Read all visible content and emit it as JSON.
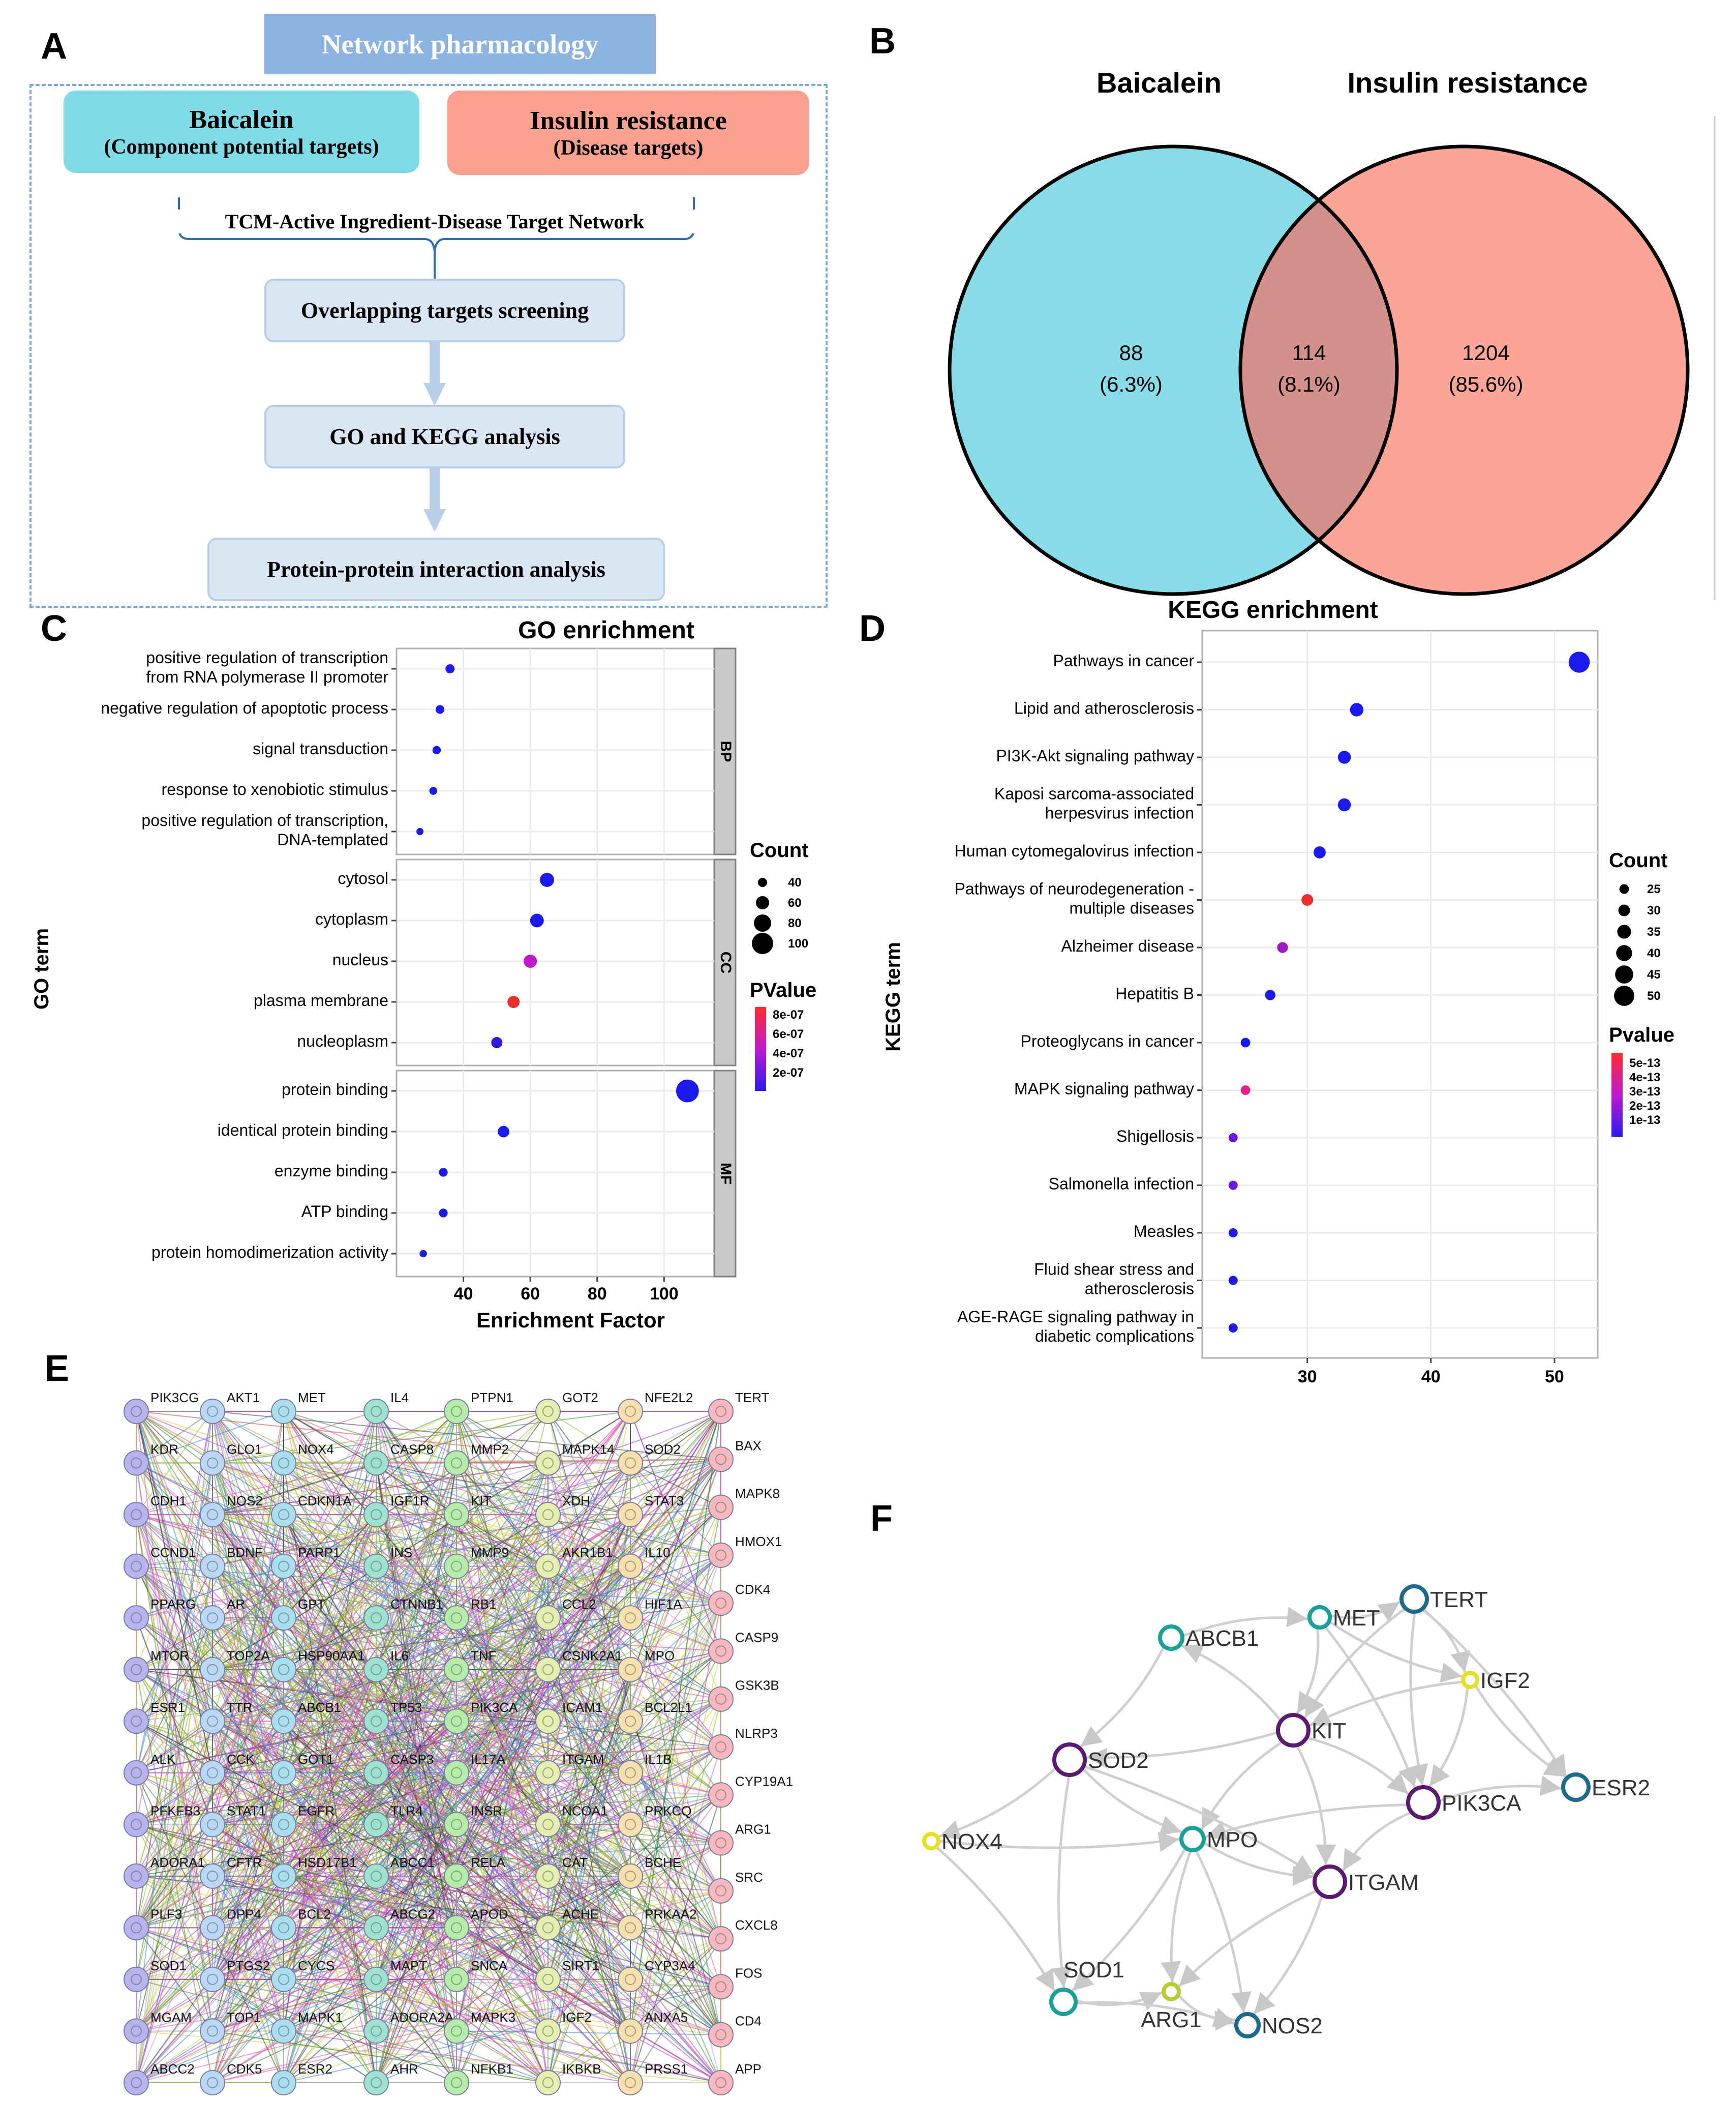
{
  "panel_letters": {
    "a": "A",
    "b": "B",
    "c": "C",
    "d": "D",
    "e": "E",
    "f": "F"
  },
  "flowchart": {
    "title": "Network pharmacology",
    "component_title": "Baicalein",
    "component_sub": "(Component potential targets)",
    "disease_title": "Insulin resistance",
    "disease_sub": "(Disease targets)",
    "network_label": "TCM-Active Ingredient-Disease Target Network",
    "steps": [
      "Overlapping targets screening",
      "GO and KEGG  analysis",
      "Protein-protein interaction analysis"
    ],
    "colors": {
      "title_bg": "#8db3e2",
      "component": "#7fdbe6",
      "disease": "#f9a090",
      "step_bg": "#dbe6f4"
    }
  },
  "venn": {
    "left_label": "Baicalein",
    "right_label": "Insulin resistance",
    "left_count": "88",
    "left_pct": "(6.3%)",
    "overlap_count": "114",
    "overlap_pct": "(8.1%)",
    "right_count": "1204",
    "right_pct": "(85.6%)",
    "colors": {
      "left": "#87dce8",
      "right": "#fba597",
      "overlap": "#d4908b"
    }
  },
  "chart_data": [
    {
      "type": "scatter",
      "title": "GO enrichment",
      "xlabel": "Enrichment Factor",
      "ylabel": "GO term",
      "xticks": [
        40,
        60,
        80,
        100
      ],
      "xlim": [
        20,
        115
      ],
      "size_legend_title": "Count",
      "size_legend": [
        40,
        60,
        80,
        100
      ],
      "color_legend_title": "PValue",
      "color_legend": [
        "8e-07",
        "6e-07",
        "4e-07",
        "2e-07"
      ],
      "facets": [
        {
          "name": "BP",
          "terms": [
            {
              "term": "positive regulation of transcription\nfrom RNA polymerase II promoter",
              "x": 36,
              "count": 40,
              "color": "#1a1aee"
            },
            {
              "term": "negative regulation of apoptotic process",
              "x": 33,
              "count": 38,
              "color": "#1a1aee"
            },
            {
              "term": "signal transduction",
              "x": 32,
              "count": 36,
              "color": "#1a1aee"
            },
            {
              "term": "response to xenobiotic stimulus",
              "x": 31,
              "count": 34,
              "color": "#1a1aee"
            },
            {
              "term": "positive regulation of transcription,\nDNA-templated",
              "x": 27,
              "count": 30,
              "color": "#1a1aee"
            }
          ]
        },
        {
          "name": "CC",
          "terms": [
            {
              "term": "cytosol",
              "x": 65,
              "count": 65,
              "color": "#1a1aee"
            },
            {
              "term": "cytoplasm",
              "x": 62,
              "count": 62,
              "color": "#1a1aee"
            },
            {
              "term": "nucleus",
              "x": 60,
              "count": 60,
              "color": "#c419c8"
            },
            {
              "term": "plasma membrane",
              "x": 55,
              "count": 55,
              "color": "#ee2d2d"
            },
            {
              "term": "nucleoplasm",
              "x": 50,
              "count": 50,
              "color": "#2a1ae0"
            }
          ]
        },
        {
          "name": "MF",
          "terms": [
            {
              "term": "protein binding",
              "x": 107,
              "count": 107,
              "color": "#1a1aee"
            },
            {
              "term": "identical protein binding",
              "x": 52,
              "count": 52,
              "color": "#1a1aee"
            },
            {
              "term": "enzyme binding",
              "x": 34,
              "count": 38,
              "color": "#1a1aee"
            },
            {
              "term": "ATP binding",
              "x": 34,
              "count": 38,
              "color": "#1a1aee"
            },
            {
              "term": "protein homodimerization activity",
              "x": 28,
              "count": 31,
              "color": "#1a1aee"
            }
          ]
        }
      ]
    },
    {
      "type": "scatter",
      "title": "KEGG enrichment",
      "xlabel": "Enrichment Factor",
      "ylabel": "KEGG term",
      "xticks": [
        30,
        40,
        50
      ],
      "xlim": [
        21.5,
        53.5
      ],
      "size_legend_title": "Count",
      "size_legend": [
        25,
        30,
        35,
        40,
        45,
        50
      ],
      "color_legend_title": "Pvalue",
      "color_legend": [
        "5e-13",
        "4e-13",
        "3e-13",
        "2e-13",
        "1e-13"
      ],
      "terms": [
        {
          "term": "Pathways in cancer",
          "x": 52,
          "count": 52,
          "color": "#1a1aee"
        },
        {
          "term": "Lipid and atherosclerosis",
          "x": 34,
          "count": 34,
          "color": "#1a1aee"
        },
        {
          "term": "PI3K-Akt signaling pathway",
          "x": 33,
          "count": 33,
          "color": "#1a1aee"
        },
        {
          "term": "Kaposi sarcoma-associated\nherpesvirus infection",
          "x": 33,
          "count": 33,
          "color": "#1a1aee"
        },
        {
          "term": "Human cytomegalovirus infection",
          "x": 31,
          "count": 31,
          "color": "#1a1aee"
        },
        {
          "term": "Pathways of neurodegeneration -\nmultiple diseases",
          "x": 30,
          "count": 30,
          "color": "#ee2d2d"
        },
        {
          "term": "Alzheimer disease",
          "x": 28,
          "count": 28,
          "color": "#a019c8"
        },
        {
          "term": "Hepatitis B",
          "x": 27,
          "count": 27,
          "color": "#1a1aee"
        },
        {
          "term": "Proteoglycans in cancer",
          "x": 25,
          "count": 25,
          "color": "#1a1aee"
        },
        {
          "term": "MAPK signaling pathway",
          "x": 25,
          "count": 25,
          "color": "#e8208c"
        },
        {
          "term": "Shigellosis",
          "x": 24,
          "count": 24,
          "color": "#6a1ae0"
        },
        {
          "term": "Salmonella infection",
          "x": 24,
          "count": 24,
          "color": "#6a1ae0"
        },
        {
          "term": "Measles",
          "x": 24,
          "count": 24,
          "color": "#1a1aee"
        },
        {
          "term": "Fluid shear stress and\natherosclerosis",
          "x": 24,
          "count": 24,
          "color": "#1a1aee"
        },
        {
          "term": "AGE-RAGE signaling pathway in\ndiabetic complications",
          "x": 24,
          "count": 24,
          "color": "#1a1aee"
        }
      ]
    }
  ],
  "ppi_network": {
    "columns": [
      {
        "color": "#b7b3ee",
        "nodes": [
          "PIK3CG",
          "KDR",
          "CDH1",
          "CCND1",
          "PPARG",
          "MTOR",
          "ESR1",
          "ALK",
          "PFKFB3",
          "ADORA1",
          "PLF3",
          "SOD1",
          "MGAM",
          "ABCC2"
        ]
      },
      {
        "color": "#b9d7f7",
        "nodes": [
          "AKT1",
          "GLO1",
          "NOS2",
          "BDNF",
          "AR",
          "TOP2A",
          "TTR",
          "CCK",
          "STAT1",
          "CFTR",
          "DPP4",
          "PTGS2",
          "TOP1",
          "CDK5"
        ]
      },
      {
        "color": "#a9dff0",
        "nodes": [
          "MET",
          "NOX4",
          "CDKN1A",
          "PARP1",
          "GPT",
          "HSP90AA1",
          "ABCB1",
          "GOT1",
          "EGFR",
          "HSD17B1",
          "BCL2",
          "CYCS",
          "MAPK1",
          "ESR2"
        ]
      },
      {
        "color": "#9ee3d0",
        "nodes": [
          "IL4",
          "CASP8",
          "IGF1R",
          "INS",
          "CTNNB1",
          "IL6",
          "TP53",
          "CASP3",
          "TLR4",
          "ABCC1",
          "ABCG2",
          "MAPT",
          "ADORA2A",
          "AHR"
        ]
      },
      {
        "color": "#b6ecaa",
        "nodes": [
          "PTPN1",
          "MMP2",
          "KIT",
          "MMP9",
          "RB1",
          "TNF",
          "PIK3CA",
          "IL17A",
          "INSR",
          "RELA",
          "APOD",
          "SNCA",
          "MAPK3",
          "NFKB1"
        ]
      },
      {
        "color": "#e5efb0",
        "nodes": [
          "GOT2",
          "MAPK14",
          "XDH",
          "AKR1B1",
          "CCL2",
          "CSNK2A1",
          "ICAM1",
          "ITGAM",
          "NCOA1",
          "CAT",
          "ACHE",
          "SIRT1",
          "IGF2",
          "IKBKB"
        ]
      },
      {
        "color": "#f7e0ad",
        "nodes": [
          "NFE2L2",
          "SOD2",
          "STAT3",
          "IL10",
          "HIF1A",
          "MPO",
          "BCL2L1",
          "IL1B",
          "PRKCQ",
          "BCHE",
          "PRKAA2",
          "CYP3A4",
          "ANXA5",
          "PRSS1"
        ]
      },
      {
        "color": "#f7b9bf",
        "nodes": [
          "TERT",
          "BAX",
          "MAPK8",
          "HMOX1",
          "CDK4",
          "CASP9",
          "GSK3B",
          "NLRP3",
          "CYP19A1",
          "ARG1",
          "SRC",
          "CXCL8",
          "FOS",
          "CD4",
          "APP"
        ]
      }
    ]
  },
  "hub_network": {
    "nodes": [
      {
        "id": "MET",
        "color": "#1aa09a"
      },
      {
        "id": "TERT",
        "color": "#1d6a8a"
      },
      {
        "id": "ABCB1",
        "color": "#1aa09a"
      },
      {
        "id": "IGF2",
        "color": "#e6e020"
      },
      {
        "id": "KIT",
        "color": "#5b1a70"
      },
      {
        "id": "SOD2",
        "color": "#5b1a70"
      },
      {
        "id": "PIK3CA",
        "color": "#5b1a70"
      },
      {
        "id": "ESR2",
        "color": "#1d6a8a"
      },
      {
        "id": "NOX4",
        "color": "#e6e020"
      },
      {
        "id": "MPO",
        "color": "#1aa09a"
      },
      {
        "id": "ITGAM",
        "color": "#5b1a70"
      },
      {
        "id": "SOD1",
        "color": "#1aa09a"
      },
      {
        "id": "ARG1",
        "color": "#b8cc30"
      },
      {
        "id": "NOS2",
        "color": "#1d6a8a"
      }
    ],
    "edges": [
      [
        "ABCB1",
        "MET"
      ],
      [
        "MET",
        "TERT"
      ],
      [
        "MET",
        "KIT"
      ],
      [
        "MET",
        "IGF2"
      ],
      [
        "MET",
        "PIK3CA"
      ],
      [
        "TERT",
        "KIT"
      ],
      [
        "TERT",
        "IGF2"
      ],
      [
        "TERT",
        "PIK3CA"
      ],
      [
        "TERT",
        "ESR2"
      ],
      [
        "IGF2",
        "KIT"
      ],
      [
        "IGF2",
        "PIK3CA"
      ],
      [
        "IGF2",
        "ESR2"
      ],
      [
        "KIT",
        "PIK3CA"
      ],
      [
        "KIT",
        "MPO"
      ],
      [
        "KIT",
        "ITGAM"
      ],
      [
        "KIT",
        "ABCB1"
      ],
      [
        "PIK3CA",
        "ESR2"
      ],
      [
        "PIK3CA",
        "ITGAM"
      ],
      [
        "ABCB1",
        "SOD2"
      ],
      [
        "SOD2",
        "MPO"
      ],
      [
        "SOD2",
        "NOX4"
      ],
      [
        "SOD2",
        "SOD1"
      ],
      [
        "SOD2",
        "ITGAM"
      ],
      [
        "NOX4",
        "MPO"
      ],
      [
        "NOX4",
        "SOD1"
      ],
      [
        "MPO",
        "ITGAM"
      ],
      [
        "MPO",
        "SOD1"
      ],
      [
        "MPO",
        "ARG1"
      ],
      [
        "MPO",
        "NOS2"
      ],
      [
        "ITGAM",
        "ARG1"
      ],
      [
        "ITGAM",
        "NOS2"
      ],
      [
        "SOD1",
        "ARG1"
      ],
      [
        "SOD1",
        "NOS2"
      ],
      [
        "ARG1",
        "NOS2"
      ],
      [
        "KIT",
        "SOD2"
      ],
      [
        "PIK3CA",
        "MPO"
      ]
    ]
  }
}
